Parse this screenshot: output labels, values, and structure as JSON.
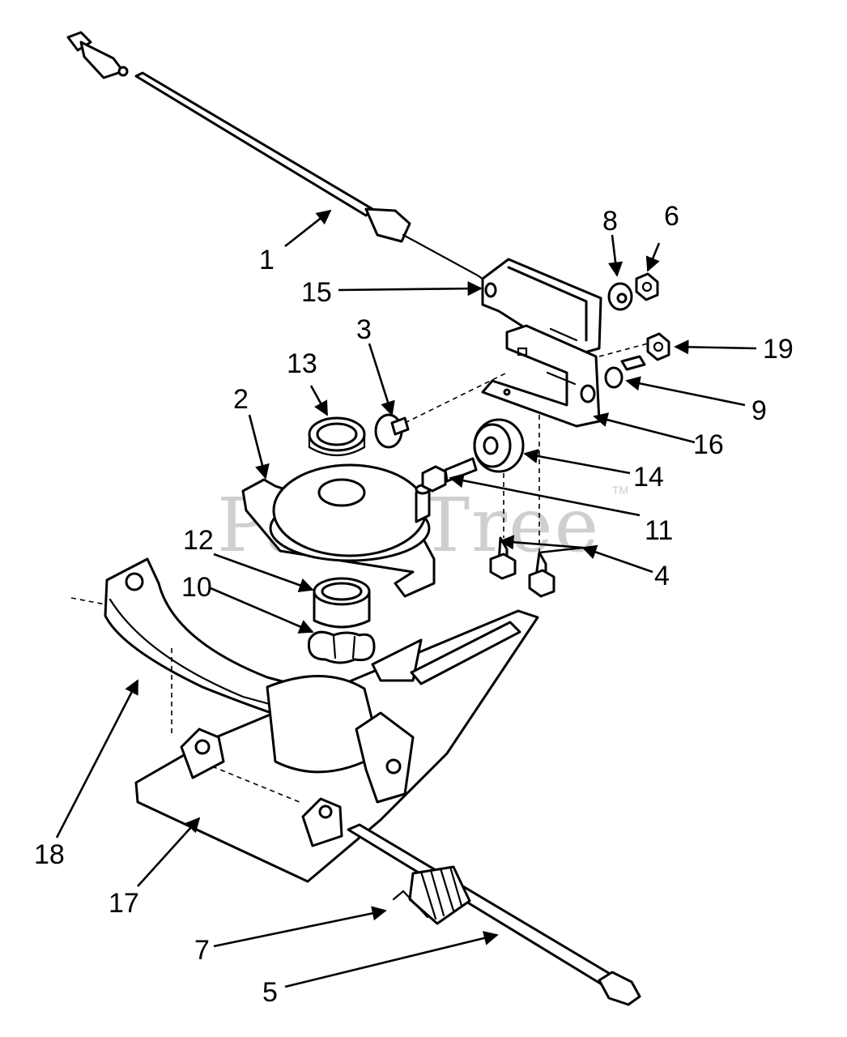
{
  "watermark": {
    "text": "PartsTree",
    "tm": "TM"
  },
  "callouts": [
    {
      "id": "c1",
      "label": "1"
    },
    {
      "id": "c2",
      "label": "2"
    },
    {
      "id": "c3",
      "label": "3"
    },
    {
      "id": "c4",
      "label": "4"
    },
    {
      "id": "c5",
      "label": "5"
    },
    {
      "id": "c6",
      "label": "6"
    },
    {
      "id": "c7",
      "label": "7"
    },
    {
      "id": "c8",
      "label": "8"
    },
    {
      "id": "c9",
      "label": "9"
    },
    {
      "id": "c10",
      "label": "10"
    },
    {
      "id": "c11",
      "label": "11"
    },
    {
      "id": "c12",
      "label": "12"
    },
    {
      "id": "c13",
      "label": "13"
    },
    {
      "id": "c14",
      "label": "14"
    },
    {
      "id": "c15",
      "label": "15"
    },
    {
      "id": "c16",
      "label": "16"
    },
    {
      "id": "c17",
      "label": "17"
    },
    {
      "id": "c18",
      "label": "18"
    },
    {
      "id": "c19",
      "label": "19"
    }
  ]
}
